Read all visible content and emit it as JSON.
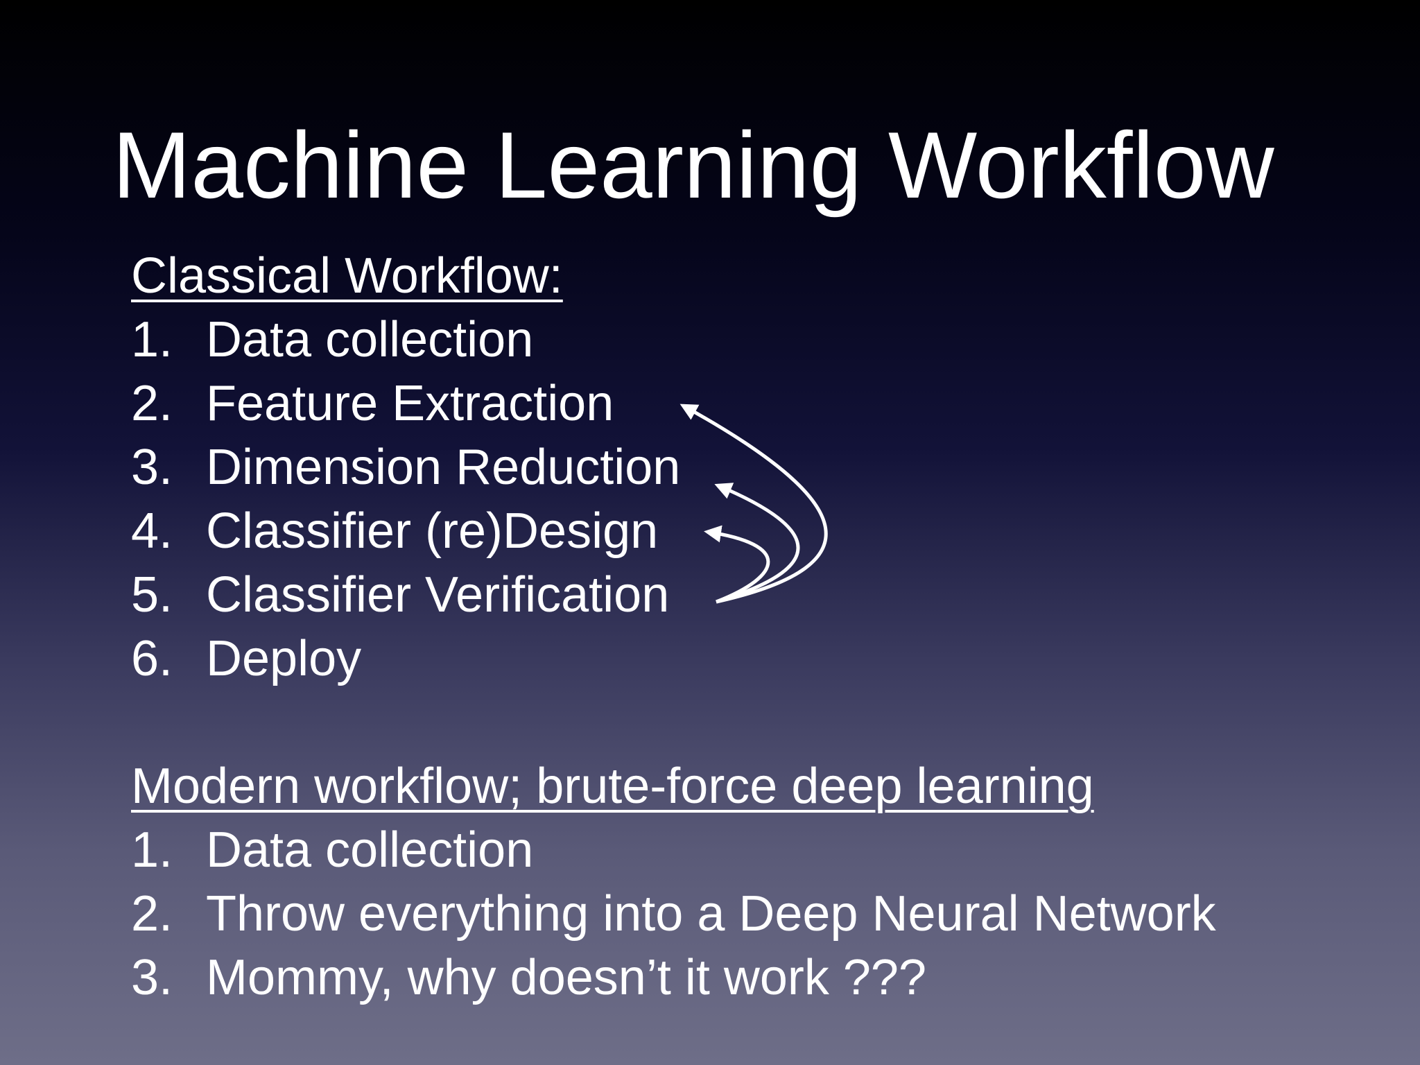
{
  "slide": {
    "title": "Machine Learning Workflow"
  },
  "classical": {
    "heading": "Classical Workflow:",
    "items": [
      {
        "num": "1.",
        "label": "Data collection"
      },
      {
        "num": "2.",
        "label": "Feature Extraction"
      },
      {
        "num": "3.",
        "label": "Dimension Reduction"
      },
      {
        "num": "4.",
        "label": "Classifier (re)Design"
      },
      {
        "num": "5.",
        "label": "Classifier Verification"
      },
      {
        "num": "6.",
        "label": "Deploy"
      }
    ]
  },
  "modern": {
    "heading": "Modern workflow; brute-force deep learning",
    "items": [
      {
        "num": "1.",
        "label": "Data collection"
      },
      {
        "num": "2.",
        "label": "Throw everything into a Deep Neural Network"
      },
      {
        "num": "3.",
        "label": "Mommy, why doesn’t it work ???"
      }
    ]
  },
  "colors": {
    "text": "#ffffff",
    "background_top": "#000000",
    "background_bottom": "#6e6e88"
  }
}
